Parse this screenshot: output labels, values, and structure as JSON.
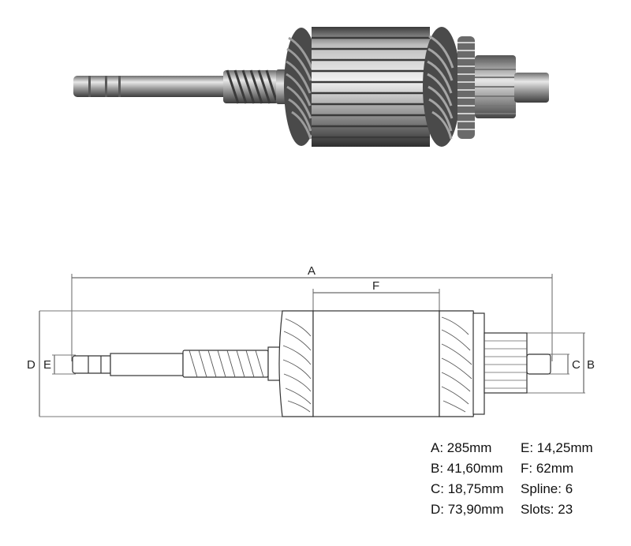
{
  "dimension_letters": {
    "a": "A",
    "b": "B",
    "c": "C",
    "d": "D",
    "e": "E",
    "f": "F"
  },
  "specs": {
    "a": "A: 285mm",
    "b": "B: 41,60mm",
    "c": "C: 18,75mm",
    "d": "D: 73,90mm",
    "e": "E: 14,25mm",
    "f": "F: 62mm",
    "spline": "Spline: 6",
    "slots": "Slots: 23"
  }
}
